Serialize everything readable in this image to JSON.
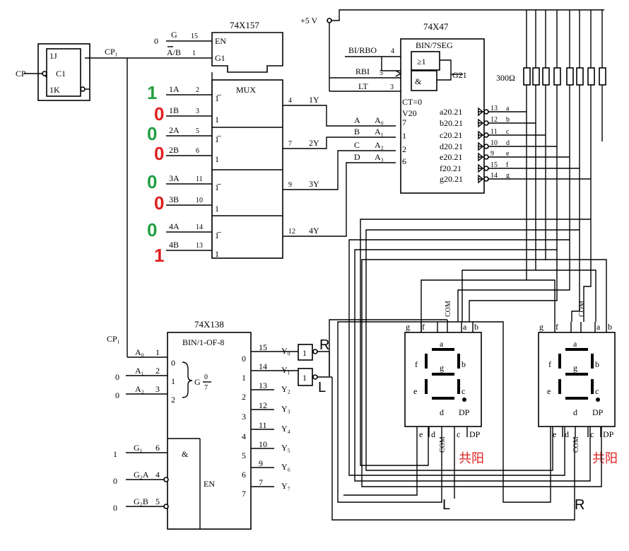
{
  "chips": {
    "ff": {
      "j": "1J",
      "c": "C1",
      "k": "1K",
      "in": "CP",
      "out": "CP₁"
    },
    "mux": {
      "name": "74X157",
      "core": "MUX",
      "ctrl": [
        {
          "val": "0",
          "pin": "15",
          "sig": "G",
          "port": "EN"
        },
        {
          "val": "",
          "pin": "1",
          "sig": "A/B",
          "port": "G1"
        }
      ],
      "inputs": [
        {
          "sig": "1A",
          "pin": "2",
          "port": "1̅"
        },
        {
          "sig": "1B",
          "pin": "3",
          "port": "1"
        },
        {
          "sig": "2A",
          "pin": "5",
          "port": "1̅"
        },
        {
          "sig": "2B",
          "pin": "6",
          "port": "1"
        },
        {
          "sig": "3A",
          "pin": "11",
          "port": "1̅"
        },
        {
          "sig": "3B",
          "pin": "10",
          "port": "1"
        },
        {
          "sig": "4A",
          "pin": "14",
          "port": "1̅"
        },
        {
          "sig": "4B",
          "pin": "13",
          "port": "1"
        }
      ],
      "outputs": [
        {
          "pin": "4",
          "sig": "1Y"
        },
        {
          "pin": "7",
          "sig": "2Y"
        },
        {
          "pin": "9",
          "sig": "3Y"
        },
        {
          "pin": "12",
          "sig": "4Y"
        }
      ],
      "bits": [
        "1",
        "0",
        "0",
        "0",
        "0",
        "0",
        "0",
        "1"
      ]
    },
    "dec7": {
      "name": "74X47",
      "core": "BIN/7SEG",
      "ctrl": [
        {
          "sig": "BI/RBO",
          "pin": "4"
        },
        {
          "sig": "RBI",
          "pin": "5"
        },
        {
          "sig": "LT",
          "pin": "3"
        }
      ],
      "ge1": "≥1",
      "and": "&",
      "g21": "G21",
      "ct": "CT=0",
      "v20": "V20",
      "inputs": [
        {
          "wire": "A",
          "port": "A₀",
          "pin": "7"
        },
        {
          "wire": "B",
          "port": "A₁",
          "pin": "1"
        },
        {
          "wire": "C",
          "port": "A₂",
          "pin": "2"
        },
        {
          "wire": "D",
          "port": "A₃",
          "pin": "6"
        }
      ],
      "outputs": [
        {
          "port": "a20.21",
          "pin": "13",
          "seg": "a"
        },
        {
          "port": "b20.21",
          "pin": "12",
          "seg": "b"
        },
        {
          "port": "c20.21",
          "pin": "11",
          "seg": "c"
        },
        {
          "port": "d20.21",
          "pin": "10",
          "seg": "d"
        },
        {
          "port": "e20.21",
          "pin": "9",
          "seg": "e"
        },
        {
          "port": "f20.21",
          "pin": "15",
          "seg": "f"
        },
        {
          "port": "g20.21",
          "pin": "14",
          "seg": "g"
        }
      ],
      "vcc": "+5 V",
      "resistor": "300Ω"
    },
    "dec3": {
      "name": "74X138",
      "core": "BIN/1-OF-8",
      "cp": "CP₁",
      "inputs": [
        {
          "val": "",
          "sig": "A₀",
          "pin": "1",
          "port": "0"
        },
        {
          "val": "0",
          "sig": "A₁",
          "pin": "2",
          "port": "1"
        },
        {
          "val": "0",
          "sig": "A₂",
          "pin": "3",
          "port": "2"
        }
      ],
      "g": "G",
      "g_num": "0",
      "g_den": "7",
      "enables": [
        {
          "val": "1",
          "sig": "G₁",
          "pin": "6"
        },
        {
          "val": "0",
          "sig": "G₂A",
          "pin": "4"
        },
        {
          "val": "0",
          "sig": "G₂B",
          "pin": "5"
        }
      ],
      "and": "&",
      "en": "EN",
      "outputs": [
        {
          "port": "0",
          "pin": "15",
          "sig": "Y₀"
        },
        {
          "port": "1",
          "pin": "14",
          "sig": "Y₁"
        },
        {
          "port": "2",
          "pin": "13",
          "sig": "Y₂"
        },
        {
          "port": "3",
          "pin": "12",
          "sig": "Y₃"
        },
        {
          "port": "4",
          "pin": "11",
          "sig": "Y₄"
        },
        {
          "port": "5",
          "pin": "10",
          "sig": "Y₅"
        },
        {
          "port": "6",
          "pin": "9",
          "sig": "Y₆"
        },
        {
          "port": "7",
          "pin": "7",
          "sig": "Y₇"
        }
      ]
    }
  },
  "inverters": {
    "symbol": "1",
    "labels": [
      "R",
      "L"
    ]
  },
  "displays": [
    {
      "top_pins": [
        "g",
        "f",
        "COM",
        "a",
        "b"
      ],
      "segs": {
        "a": "a",
        "b": "b",
        "c": "c",
        "d": "d",
        "e": "e",
        "f": "f",
        "g": "g",
        "dp": "DP"
      },
      "bottom_pins": [
        "e",
        "d",
        "COM",
        "c",
        "DP"
      ],
      "type": "共阳",
      "label": "L"
    },
    {
      "top_pins": [
        "g",
        "f",
        "COM",
        "a",
        "b"
      ],
      "segs": {
        "a": "a",
        "b": "b",
        "c": "c",
        "d": "d",
        "e": "e",
        "f": "f",
        "g": "g",
        "dp": "DP"
      },
      "bottom_pins": [
        "e",
        "d",
        "COM",
        "c",
        "DP"
      ],
      "type": "共阳",
      "label": "R"
    }
  ],
  "colors": {
    "one": "#22a040",
    "zero": "#e02020",
    "last_one": "#e02020",
    "label_red": "#e02020"
  }
}
